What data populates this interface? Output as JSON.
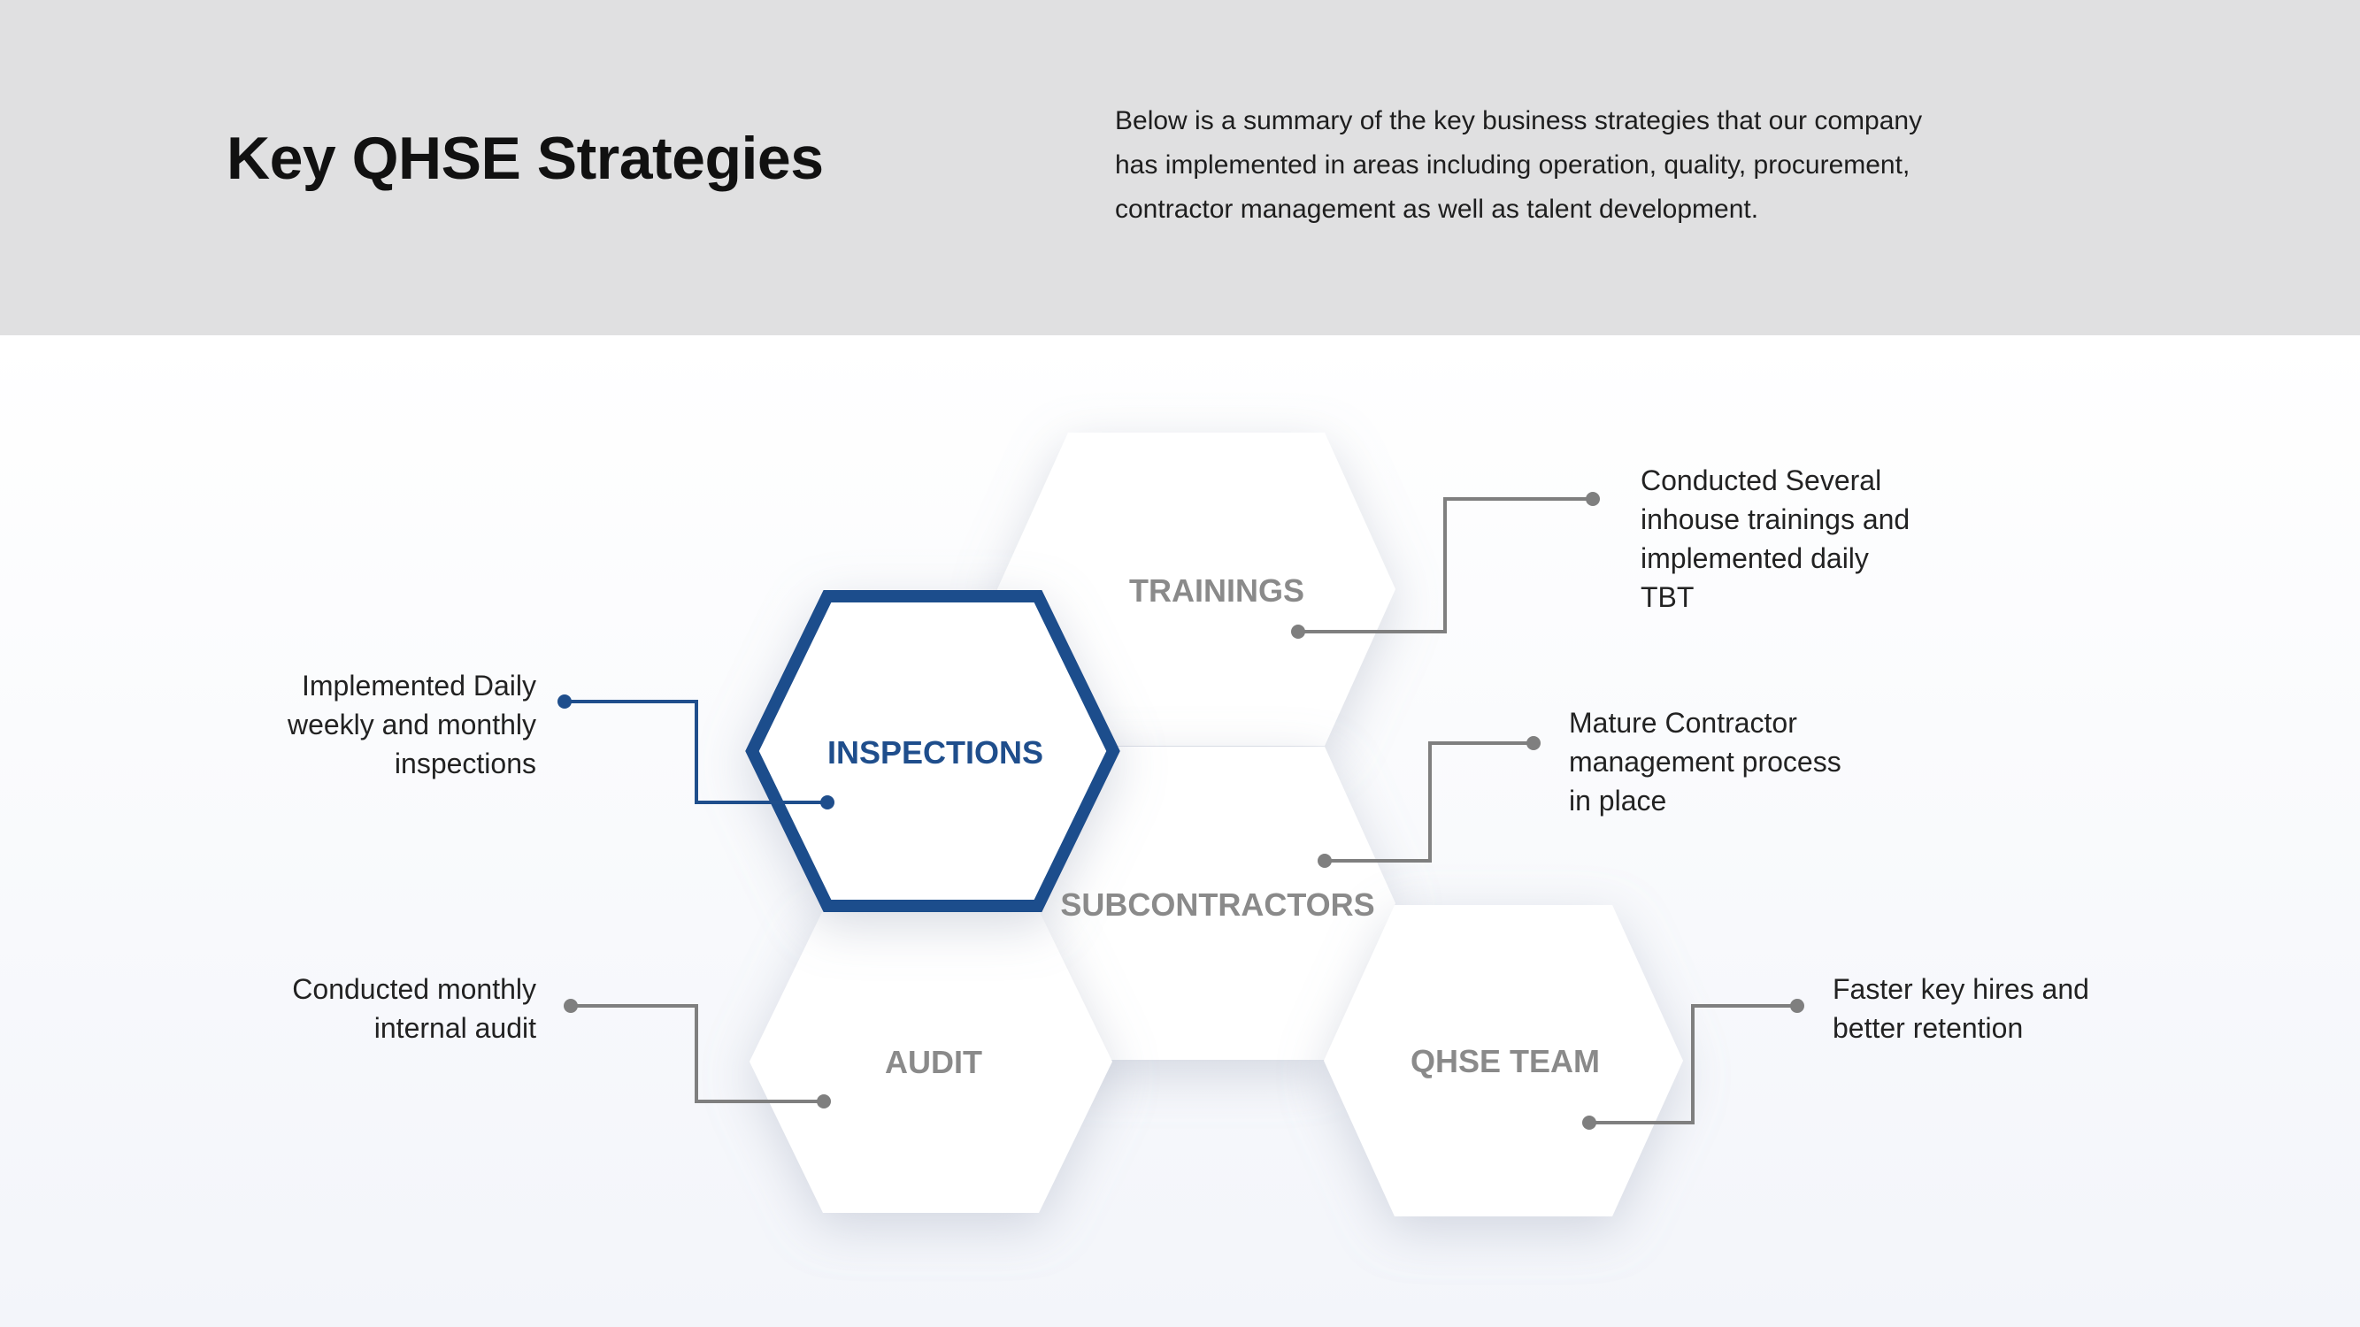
{
  "header": {
    "title": "Key QHSE Strategies",
    "summary": "Below is a summary of the key business strategies that our company has implemented  in areas including operation, quality, procurement, contractor management as well as talent development."
  },
  "colors": {
    "accent": "#1f4e8c",
    "connector_gray": "#7f7f7f",
    "header_bg": "#e0e0e1",
    "hex_label_gray": "#8a8a8a"
  },
  "hexagons": [
    {
      "id": "trainings",
      "label": "TRAININGS",
      "highlighted": false
    },
    {
      "id": "inspections",
      "label": "INSPECTIONS",
      "highlighted": true
    },
    {
      "id": "subcontractors",
      "label": "SUBCONTRACTORS",
      "highlighted": false
    },
    {
      "id": "audit",
      "label": "AUDIT",
      "highlighted": false
    },
    {
      "id": "qhse-team",
      "label": "QHSE TEAM",
      "highlighted": false
    }
  ],
  "notes": {
    "inspections": [
      "Implemented Daily",
      "weekly and monthly",
      "inspections"
    ],
    "audit": [
      "Conducted monthly",
      "internal audit"
    ],
    "trainings": [
      "Conducted Several",
      "inhouse trainings and",
      "implemented daily",
      "TBT"
    ],
    "subcontractors": [
      "Mature Contractor",
      "management process",
      "in place"
    ],
    "qhse_team": [
      "Faster key hires and",
      "better retention"
    ]
  }
}
